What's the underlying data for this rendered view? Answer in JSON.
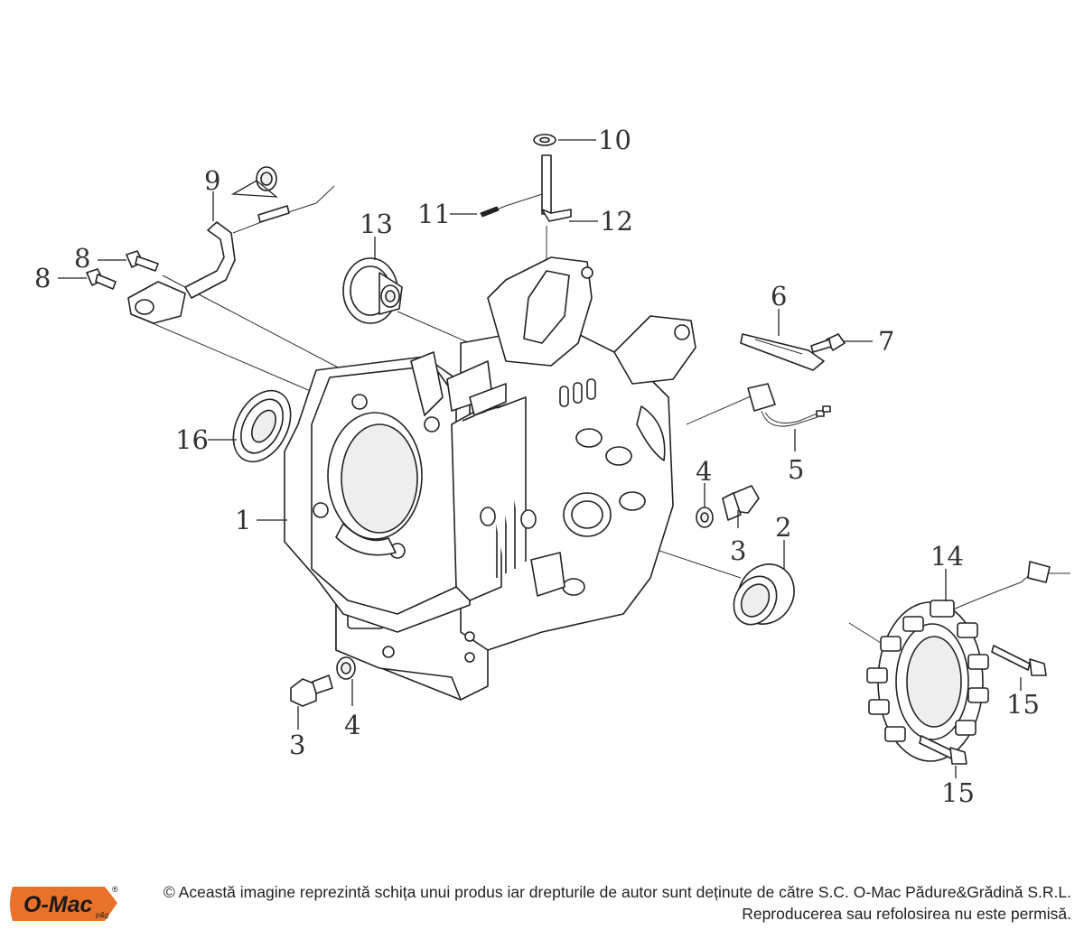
{
  "callouts": {
    "c1": "1",
    "c2": "2",
    "c3a": "3",
    "c3b": "3",
    "c4a": "4",
    "c4b": "4",
    "c5": "5",
    "c6": "6",
    "c7": "7",
    "c8a": "8",
    "c8b": "8",
    "c9": "9",
    "c10": "10",
    "c11": "11",
    "c12": "12",
    "c13": "13",
    "c14": "14",
    "c15a": "15",
    "c15b": "15",
    "c16": "16"
  },
  "footer": {
    "logo_text": "O-Mac",
    "logo_sub": "p&g",
    "logo_mark": "®",
    "notice_line1": "© Această imagine reprezintă schița unui produs iar drepturile de autor sunt deținute de către S.C. O-Mac Pădure&Grădină S.R.L.",
    "notice_line2": "Reproducerea sau refolosirea nu este permisă."
  }
}
